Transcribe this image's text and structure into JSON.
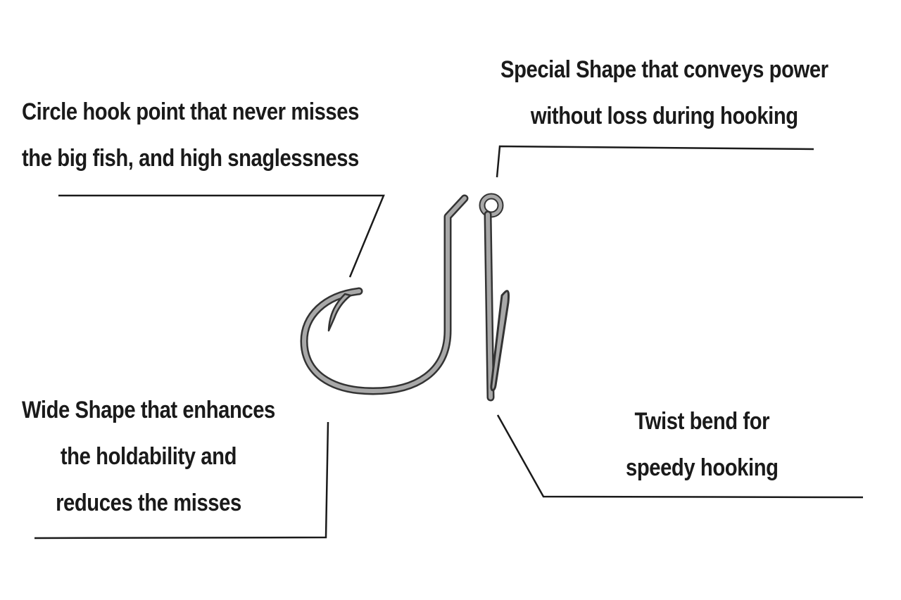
{
  "annotations": {
    "circle_point": {
      "lines": [
        "Circle hook point that never misses",
        "the big fish, and high snaglessness"
      ]
    },
    "special_shape": {
      "lines": [
        "Special Shape that conveys power",
        "without loss during hooking"
      ]
    },
    "wide_shape": {
      "lines": [
        "Wide Shape that enhances",
        "the holdability and",
        "reduces the misses"
      ]
    },
    "twist_bend": {
      "lines": [
        "Twist bend for",
        "speedy hooking"
      ]
    }
  },
  "colors": {
    "text": "#1a1a1a",
    "leader_line": "#1a1a1a",
    "hook_outline": "#333333",
    "hook_fill": "#a8a8a8",
    "background": "#ffffff"
  }
}
